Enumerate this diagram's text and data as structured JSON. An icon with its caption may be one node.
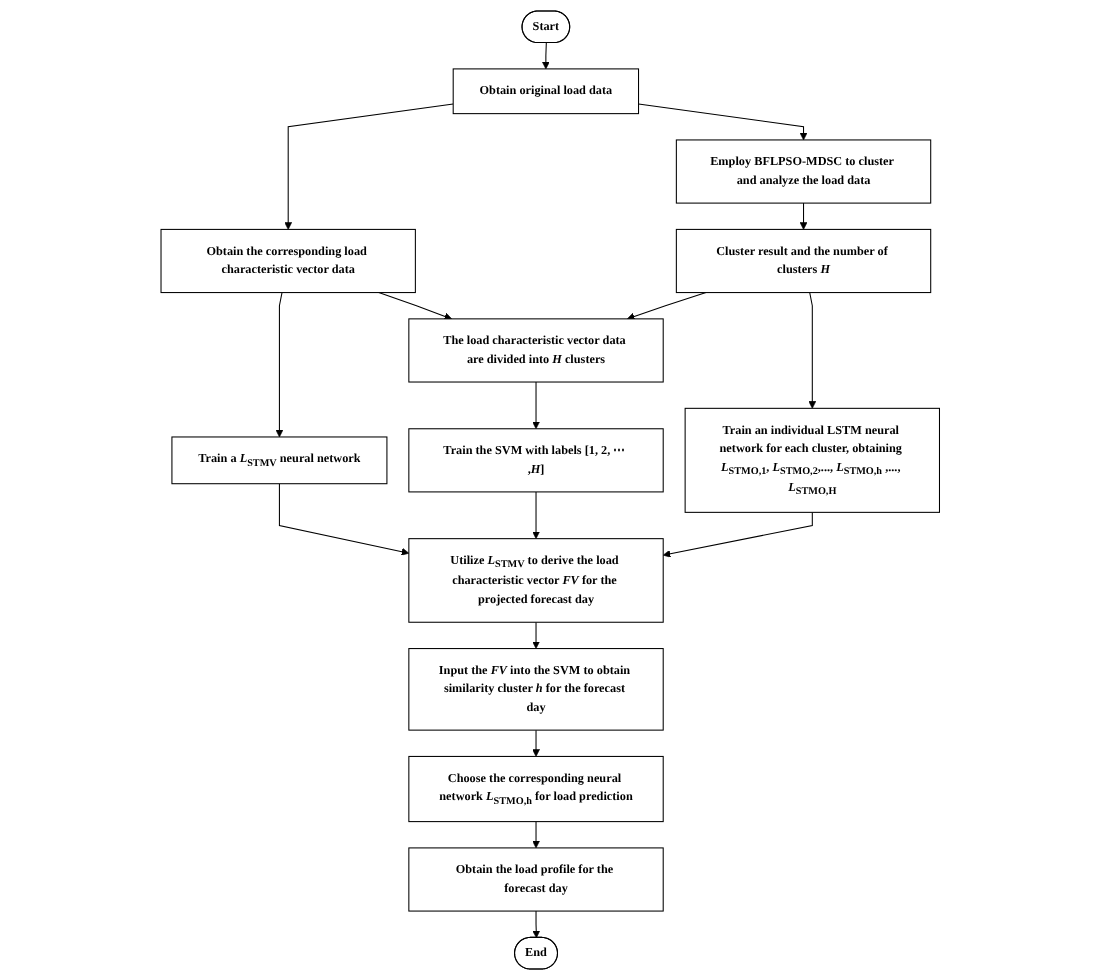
{
  "diagram": {
    "nodes": [
      {
        "text": [
          "Start"
        ]
      },
      {
        "text": [
          "Obtain original load data"
        ]
      },
      {
        "text": [
          "Obtain the corresponding load characteristic vector data"
        ]
      },
      {
        "text": [
          "Employ BFLPSO-MDSC to cluster and analyze the load data"
        ]
      },
      {
        "text": [
          "The load characteristic vector data are divided into *H* clusters"
        ]
      },
      {
        "text": [
          "Cluster result and the number of clusters *H*"
        ]
      },
      {
        "text": [
          "Train a *L*$_{STMV}$ neural network"
        ]
      },
      {
        "text": [
          "Train the SVM with labels [1, 2, ⋯ ,*H*]"
        ]
      },
      {
        "text": [
          "Train an individual LSTM neural network for each cluster, obtaining *L*$_{STMO,1}$, *L*$_{STMO,2}$,..., *L*$_{STMO,h}$ ,..., *L*$_{STMO,H}$"
        ]
      },
      {
        "text": [
          "Utilize *L*$_{STMV}$ to derive the load characteristic vector *FV* for the projected forecast day"
        ]
      },
      {
        "text": [
          "Input the *FV* into the SVM to obtain similarity cluster *h* for the forecast day"
        ]
      },
      {
        "text": [
          "Choose the corresponding neural network *L*$_{STMO,h}$ for load prediction"
        ]
      },
      {
        "text": [
          "Obtain the load profile for the forecast day"
        ]
      },
      {
        "text": [
          "End"
        ]
      }
    ],
    "edges": [
      {
        "from": 0,
        "to": 1,
        "arrow": "to"
      },
      {
        "from": 1,
        "to": 2,
        "arrow": "to"
      },
      {
        "from": 1,
        "to": 3,
        "arrow": "to"
      },
      {
        "from": 2,
        "to": 6,
        "arrow": "to"
      },
      {
        "from": 2,
        "to": 4,
        "arrow": "to"
      },
      {
        "from": 3,
        "to": 5,
        "arrow": "to"
      },
      {
        "from": 5,
        "to": 4,
        "arrow": "to"
      },
      {
        "from": 5,
        "to": 8,
        "arrow": "to"
      },
      {
        "from": 4,
        "to": 7,
        "arrow": "to"
      },
      {
        "from": 6,
        "to": 9,
        "arrow": "to"
      },
      {
        "from": 7,
        "to": 9,
        "arrow": "to"
      },
      {
        "from": 8,
        "to": 9,
        "arrow": "to"
      },
      {
        "from": 9,
        "to": 10,
        "arrow": "to"
      },
      {
        "from": 10,
        "to": 11,
        "arrow": "to"
      },
      {
        "from": 11,
        "to": 12,
        "arrow": "to"
      },
      {
        "from": 12,
        "to": 13,
        "arrow": "to"
      }
    ]
  }
}
